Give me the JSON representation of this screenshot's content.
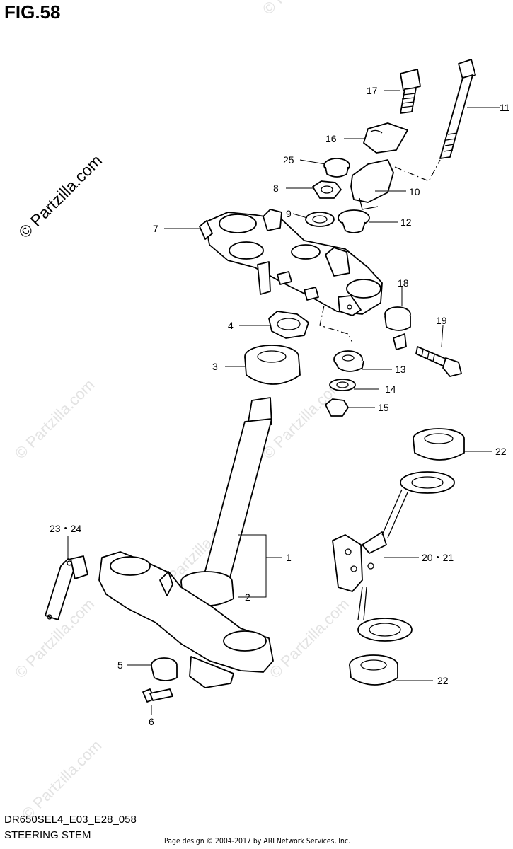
{
  "figure": {
    "title": "FIG.58"
  },
  "watermarks": {
    "main": "© Partzilla.com",
    "faint": "© Partzilla.com",
    "faint_top": "© Partzilla.com"
  },
  "callouts": {
    "c1": "1",
    "c2": "2",
    "c3": "3",
    "c4": "4",
    "c5": "5",
    "c6": "6",
    "c7": "7",
    "c8": "8",
    "c9": "9",
    "c10": "10",
    "c11": "11",
    "c12": "12",
    "c13": "13",
    "c14": "14",
    "c15": "15",
    "c16": "16",
    "c17": "17",
    "c18": "18",
    "c19": "19",
    "c20_21": "20・21",
    "c22a": "22",
    "c22b": "22",
    "c23_24": "23・24",
    "c25": "25"
  },
  "footer": {
    "code": "DR650SEL4_E03_E28_058",
    "caption": "STEERING STEM",
    "credit": "Page design © 2004-2017 by ARI Network Services, Inc."
  }
}
